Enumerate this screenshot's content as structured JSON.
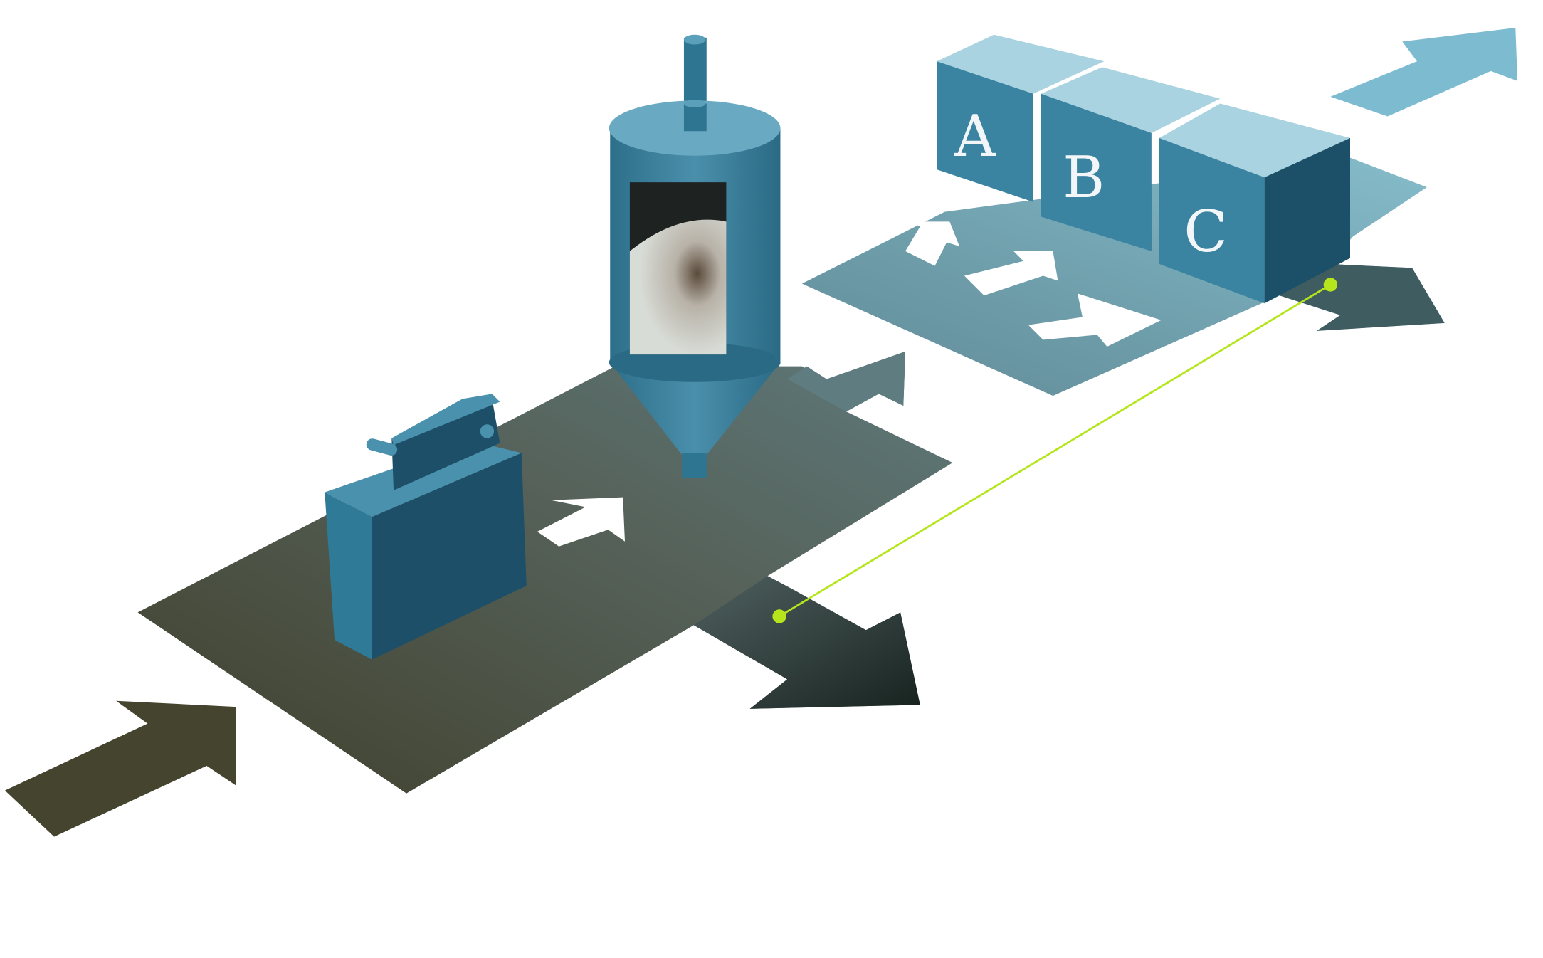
{
  "diagram": {
    "type": "isometric-process-flow",
    "stations": [
      "input",
      "machine",
      "hopper",
      "sorting",
      "output"
    ],
    "cubes": [
      {
        "label": "A"
      },
      {
        "label": "B"
      },
      {
        "label": "C"
      }
    ],
    "connector": {
      "from": "main-output-arrow",
      "to": "cube-c"
    }
  },
  "colors": {
    "platform_dark": "#3f432f",
    "platform_light": "#5d7575",
    "platform_right": "#6f9ba6",
    "machine_blue": "#2e7591",
    "machine_dark": "#1d5068",
    "top_arrow": "#7dbbd0",
    "connector": "#b5e61d"
  }
}
